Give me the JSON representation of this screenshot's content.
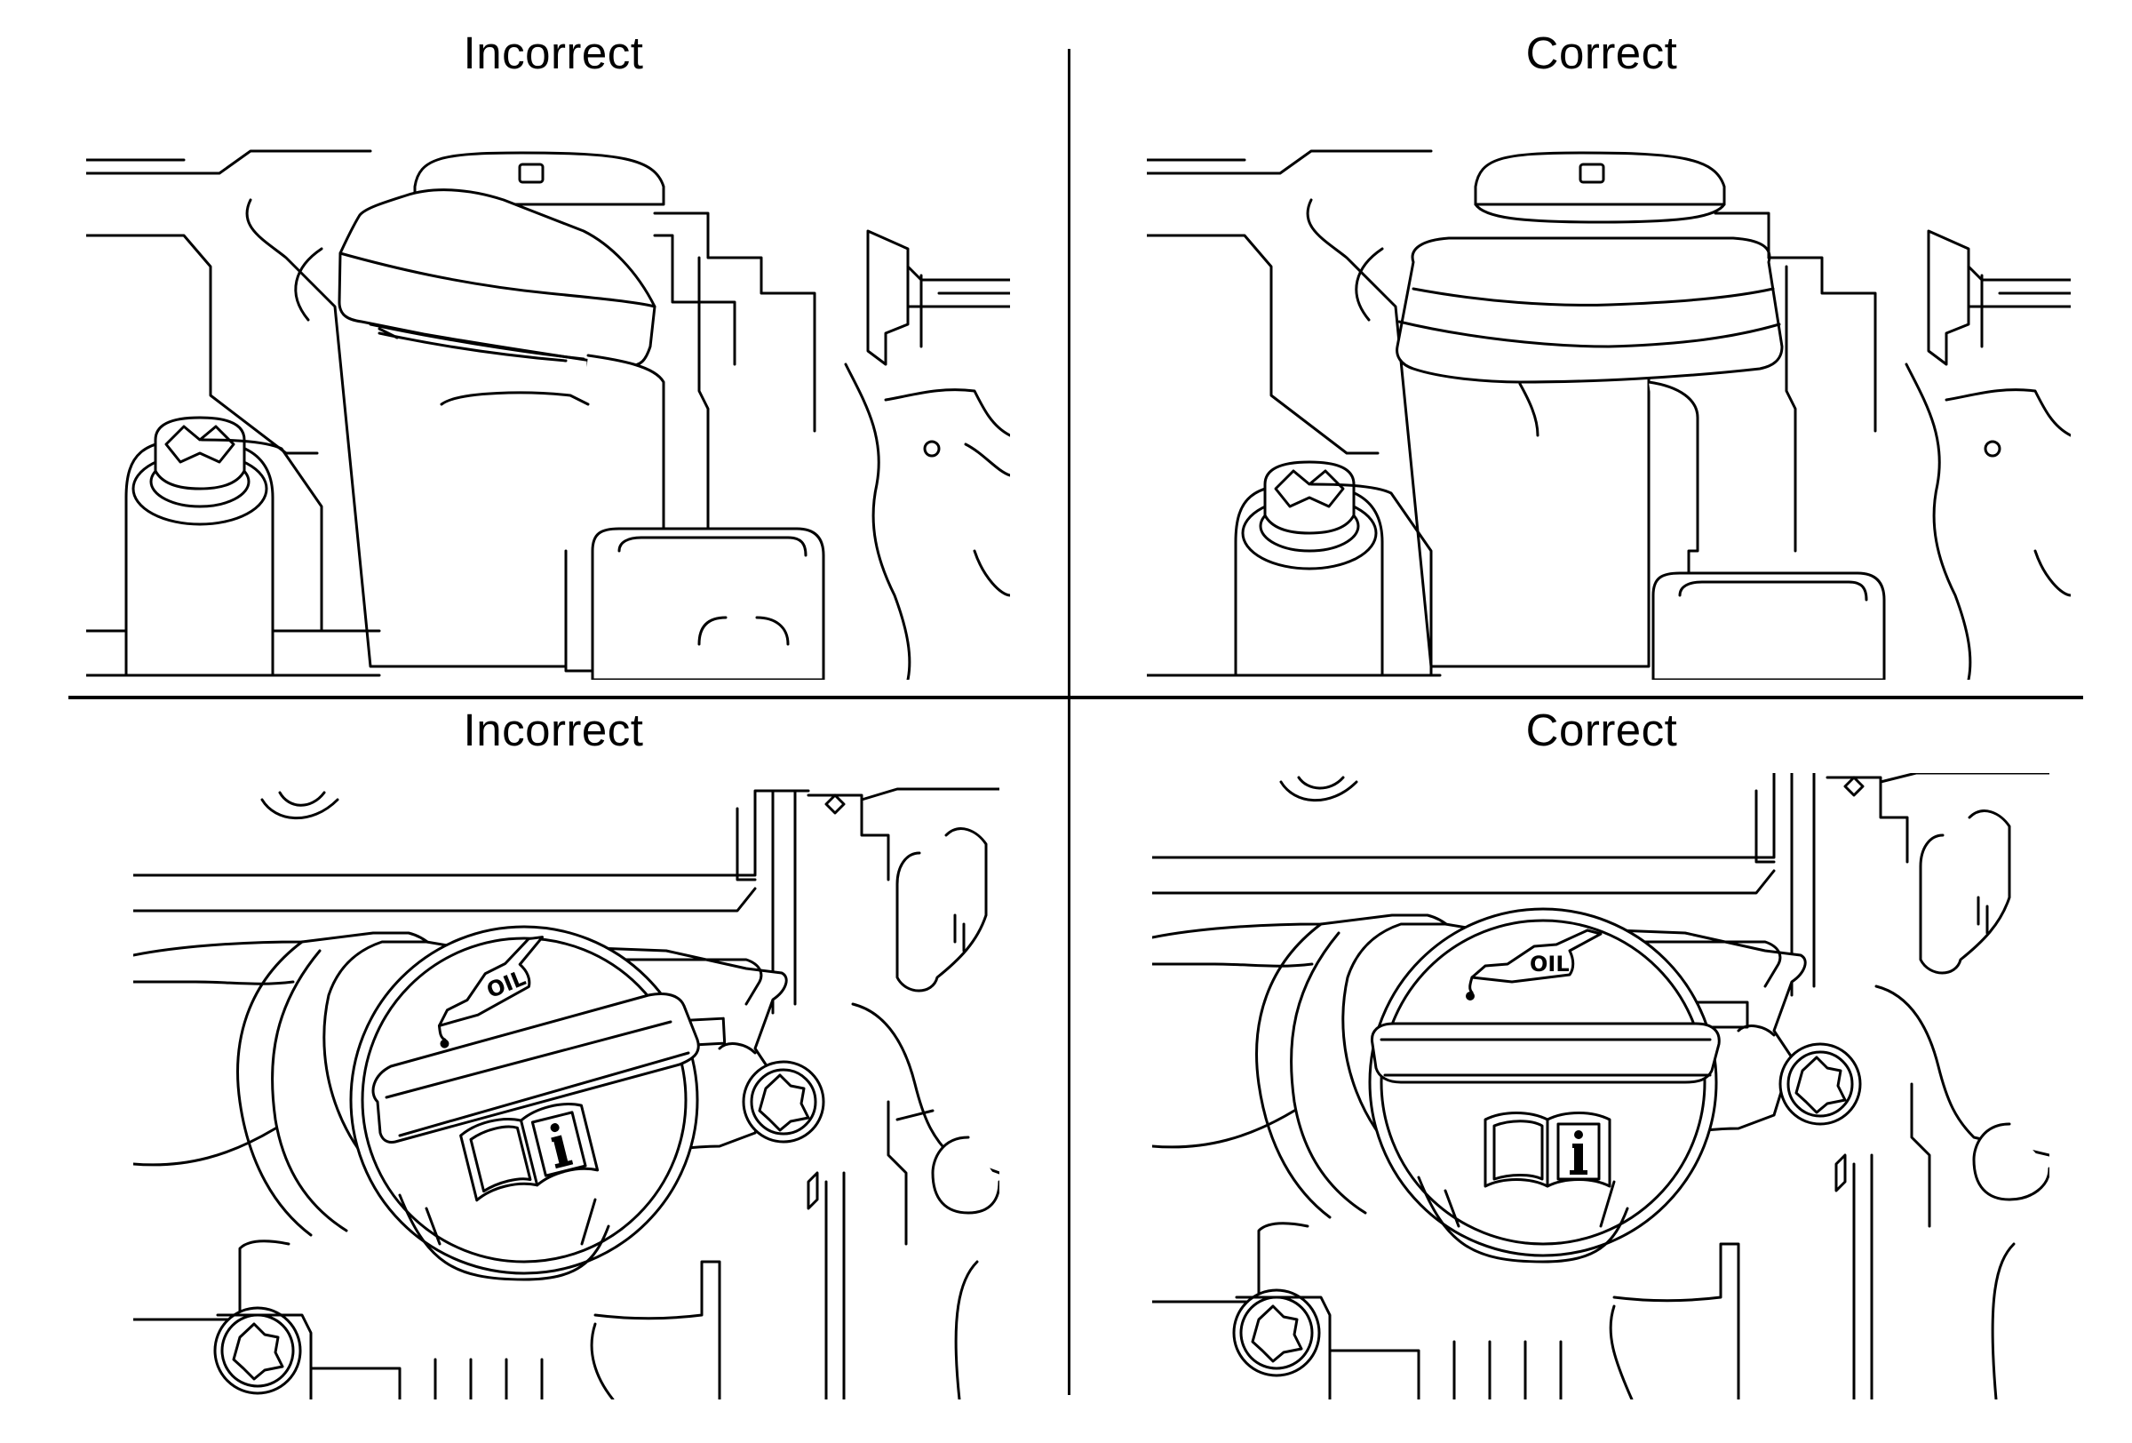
{
  "panels": [
    {
      "title": "Incorrect"
    },
    {
      "title": "Correct"
    },
    {
      "title": "Incorrect"
    },
    {
      "title": "Correct"
    }
  ],
  "cap_marking": "OIL",
  "colors": {
    "line": "#000000",
    "background": "#ffffff"
  },
  "icons": [
    "oil-can-icon",
    "info-book-icon",
    "torx-bolt-icon"
  ]
}
